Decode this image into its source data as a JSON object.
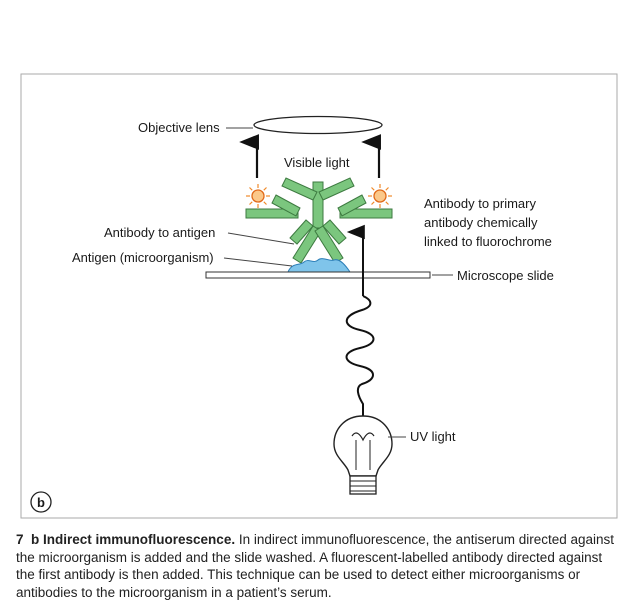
{
  "figure_badge": "b",
  "labels": {
    "objective_lens": "Objective lens",
    "visible_light": "Visible light",
    "antibody_to_primary_1": "Antibody to primary",
    "antibody_to_primary_2": "antibody chemically",
    "antibody_to_primary_3": "linked to fluorochrome",
    "antibody_to_antigen": "Antibody to antigen",
    "antigen": "Antigen (microorganism)",
    "microscope_slide": "Microscope slide",
    "uv_light": "UV light"
  },
  "caption": {
    "number": "7",
    "title": "b Indirect immunofluorescence.",
    "text": " In indirect immunofluorescence, the antiserum directed against the microorganism is added and the slide washed. A fluorescent-labelled antibody directed against the first antibody is then added. This technique can be used to detect either microorganisms or antibodies to the microorganism in a patient’s serum."
  },
  "colors": {
    "antibody_green": "#7bc67e",
    "antigen_blue": "#7fc4ea",
    "fluorochrome_orange": "#f08a2a",
    "frame": "#aaaaaa"
  },
  "icons": [
    "fluorochrome-icon",
    "light-bulb-icon",
    "arrow-up-icon"
  ]
}
